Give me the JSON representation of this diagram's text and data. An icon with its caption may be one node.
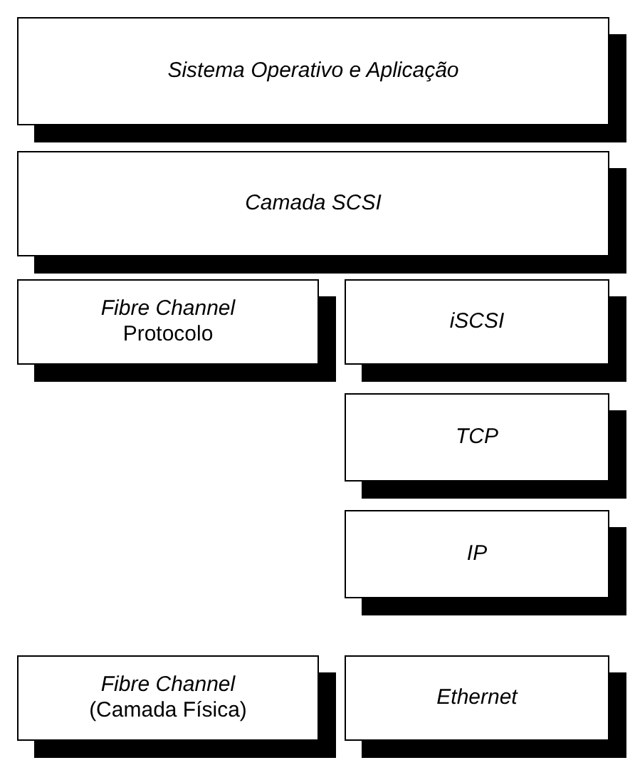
{
  "diagram": {
    "nodes": [
      {
        "text": [
          "Sistema Operativo e Aplicação"
        ]
      },
      {
        "text": [
          "Camada SCSI"
        ]
      },
      {
        "text": [
          "Fibre Channel",
          "Protocolo"
        ]
      },
      {
        "text": [
          "iSCSI"
        ]
      },
      {
        "text": [
          "TCP"
        ]
      },
      {
        "text": [
          "IP"
        ]
      },
      {
        "text": [
          "Fibre Channel",
          "(Camada Física)"
        ]
      },
      {
        "text": [
          "Ethernet"
        ]
      }
    ]
  }
}
